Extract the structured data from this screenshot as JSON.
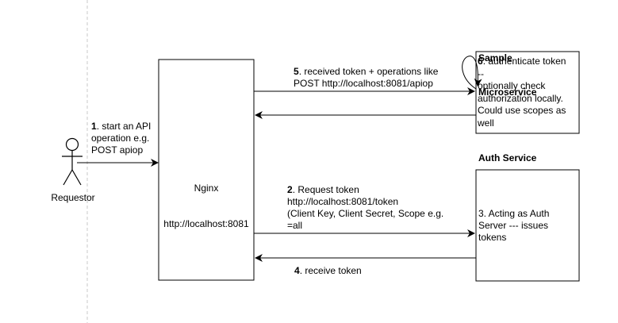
{
  "actor": {
    "label": "Requestor"
  },
  "nginx": {
    "line1": "Nginx",
    "line2": "http://localhost:8081"
  },
  "microservice": {
    "title_line1": "Sample",
    "title_line2": "Microservice",
    "body": [
      "6. authenticate token",
      "--",
      "optionally check",
      "authorization locally.",
      "Could use scopes as",
      "well"
    ]
  },
  "auth_service": {
    "title": "Auth Service",
    "body": [
      "3. Acting as Auth",
      "Server --- issues",
      "tokens"
    ]
  },
  "steps": {
    "step1": [
      "1. start an API",
      "operation e.g.",
      "POST apiop"
    ],
    "step2": [
      "2. Request token",
      "http://localhost:8081/token",
      "(Client Key, Client Secret, Scope e.g.",
      "=all"
    ],
    "step4": "4. receive token",
    "step5": [
      "5. received token + operations like",
      "POST http://localhost:8081/apiop"
    ]
  }
}
